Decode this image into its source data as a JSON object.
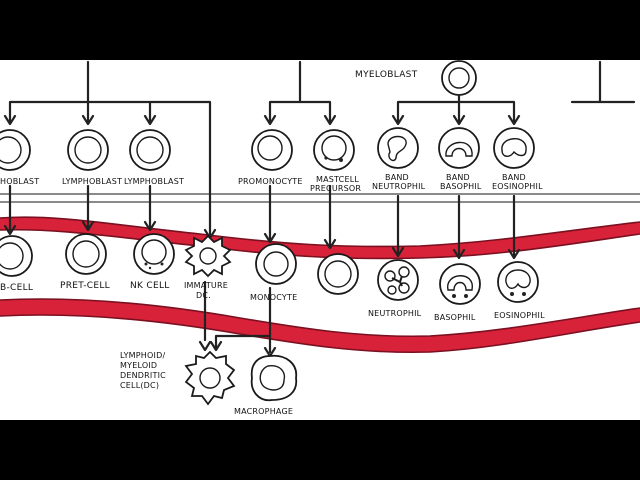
{
  "labels": {
    "myeloblast": "MYELOBLAST",
    "blast_partial": "HOBLAST",
    "lymphoblast_1": "LYMPHOBLAST",
    "lymphoblast_2": "LYMPHOBLAST",
    "promonocyte": "PROMONOCYTE",
    "mastcell_1": "MASTCELL",
    "mastcell_2": "PRECURSOR",
    "band_n_1": "BAND",
    "band_n_2": "NEUTROPHIL",
    "band_b_1": "BAND",
    "band_b_2": "BASOPHIL",
    "band_e_1": "BAND",
    "band_e_2": "EOSINOPHIL",
    "b_cell": "B-CELL",
    "pre_t_cell": "PRET-CELL",
    "nk_cell": "NK CELL",
    "immature_1": "IMMATURE",
    "immature_2": "DC.",
    "monocyte": "MONOCYTE",
    "neutrophil": "NEUTROPHIL",
    "basophil": "BASOPHIL",
    "eosinophil": "EOSINOPHIL",
    "dc_1": "LYMPHOID/",
    "dc_2": "MYELOID",
    "dc_3": "DENDRITIC",
    "dc_4": "CELL(DC)",
    "macrophage": "MACROPHAGE"
  },
  "colors": {
    "letterbox": "#000000",
    "paper": "#ffffff",
    "ink": "#1a1a1a",
    "vessel_red": "#d8223a",
    "vessel_edge": "#7a1020"
  }
}
